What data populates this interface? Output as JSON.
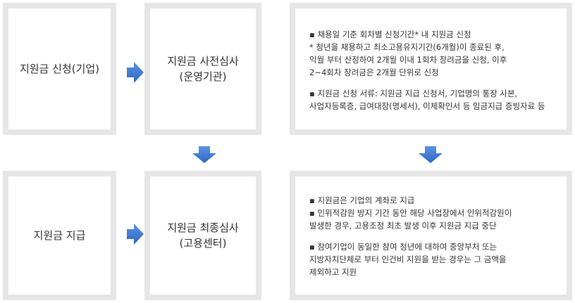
{
  "colors": {
    "box_border": "#e6e6e6",
    "arrow": "#3a78d2",
    "text": "#333333"
  },
  "steps": {
    "apply": {
      "label": "지원금 신청(기업)"
    },
    "pre_review": {
      "line1": "지원금 사전심사",
      "line2": "(운영기관)"
    },
    "payment": {
      "label": "지원금 지급"
    },
    "final_review": {
      "line1": "지원금 최종심사",
      "line2": "(고용센터)"
    }
  },
  "notes": {
    "top": [
      [
        "▪ 채용일 기준 회차별 신청기간* 내 지원금 신청",
        " * 청년을 채용하고 최소고용유지기간(6개월)이 종료된 후,",
        "    익월 부터 산정하여 2개월 이내 1회차 장려금을 신청, 이후",
        "    2~4회차 장려금은 2개월 단위로 신청"
      ],
      [
        "▪ 지원금 신청 서류: 지원금 지급 신청서, 기업명의 통장 사본,",
        "  사업자등록증, 급여대장(명세서), 이체확인서 등 임금지급 증빙자료 등"
      ]
    ],
    "bottom": [
      [
        "▪ 지원금은 기업의 계좌로 지급",
        "▪ 인위적감원 방지 기간 동안 해당 사업장에서 인위적감원이",
        "   발생한 경우, 고용조정 최초 발생 이후 지원금 지급 중단"
      ],
      [
        "▪ 참여기업이 동일한 참여 청년에 대하여 중앙부처 또는",
        "   지방자치단체로 부터 인건비 지원을 받는 경우는 그 금액을",
        "   제외하고 지원"
      ]
    ]
  },
  "arrows": {
    "right_1": "arrow-right-icon",
    "right_2": "arrow-right-icon",
    "down_1": "arrow-down-icon",
    "down_2": "arrow-down-icon"
  }
}
